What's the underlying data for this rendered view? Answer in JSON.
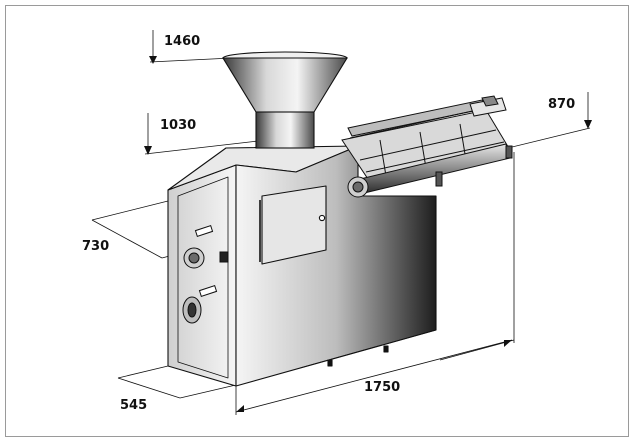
{
  "diagram": {
    "dimensions": {
      "hopper_top_height": "1460",
      "hopper_base_height": "1030",
      "conveyor_height": "870",
      "depth": "730",
      "width": "545",
      "length": "1750"
    },
    "colors": {
      "line": "#111111",
      "body_light": "#f2f2f2",
      "body_dark": "#2a2a2a",
      "frame": "#9a9a9a"
    }
  }
}
